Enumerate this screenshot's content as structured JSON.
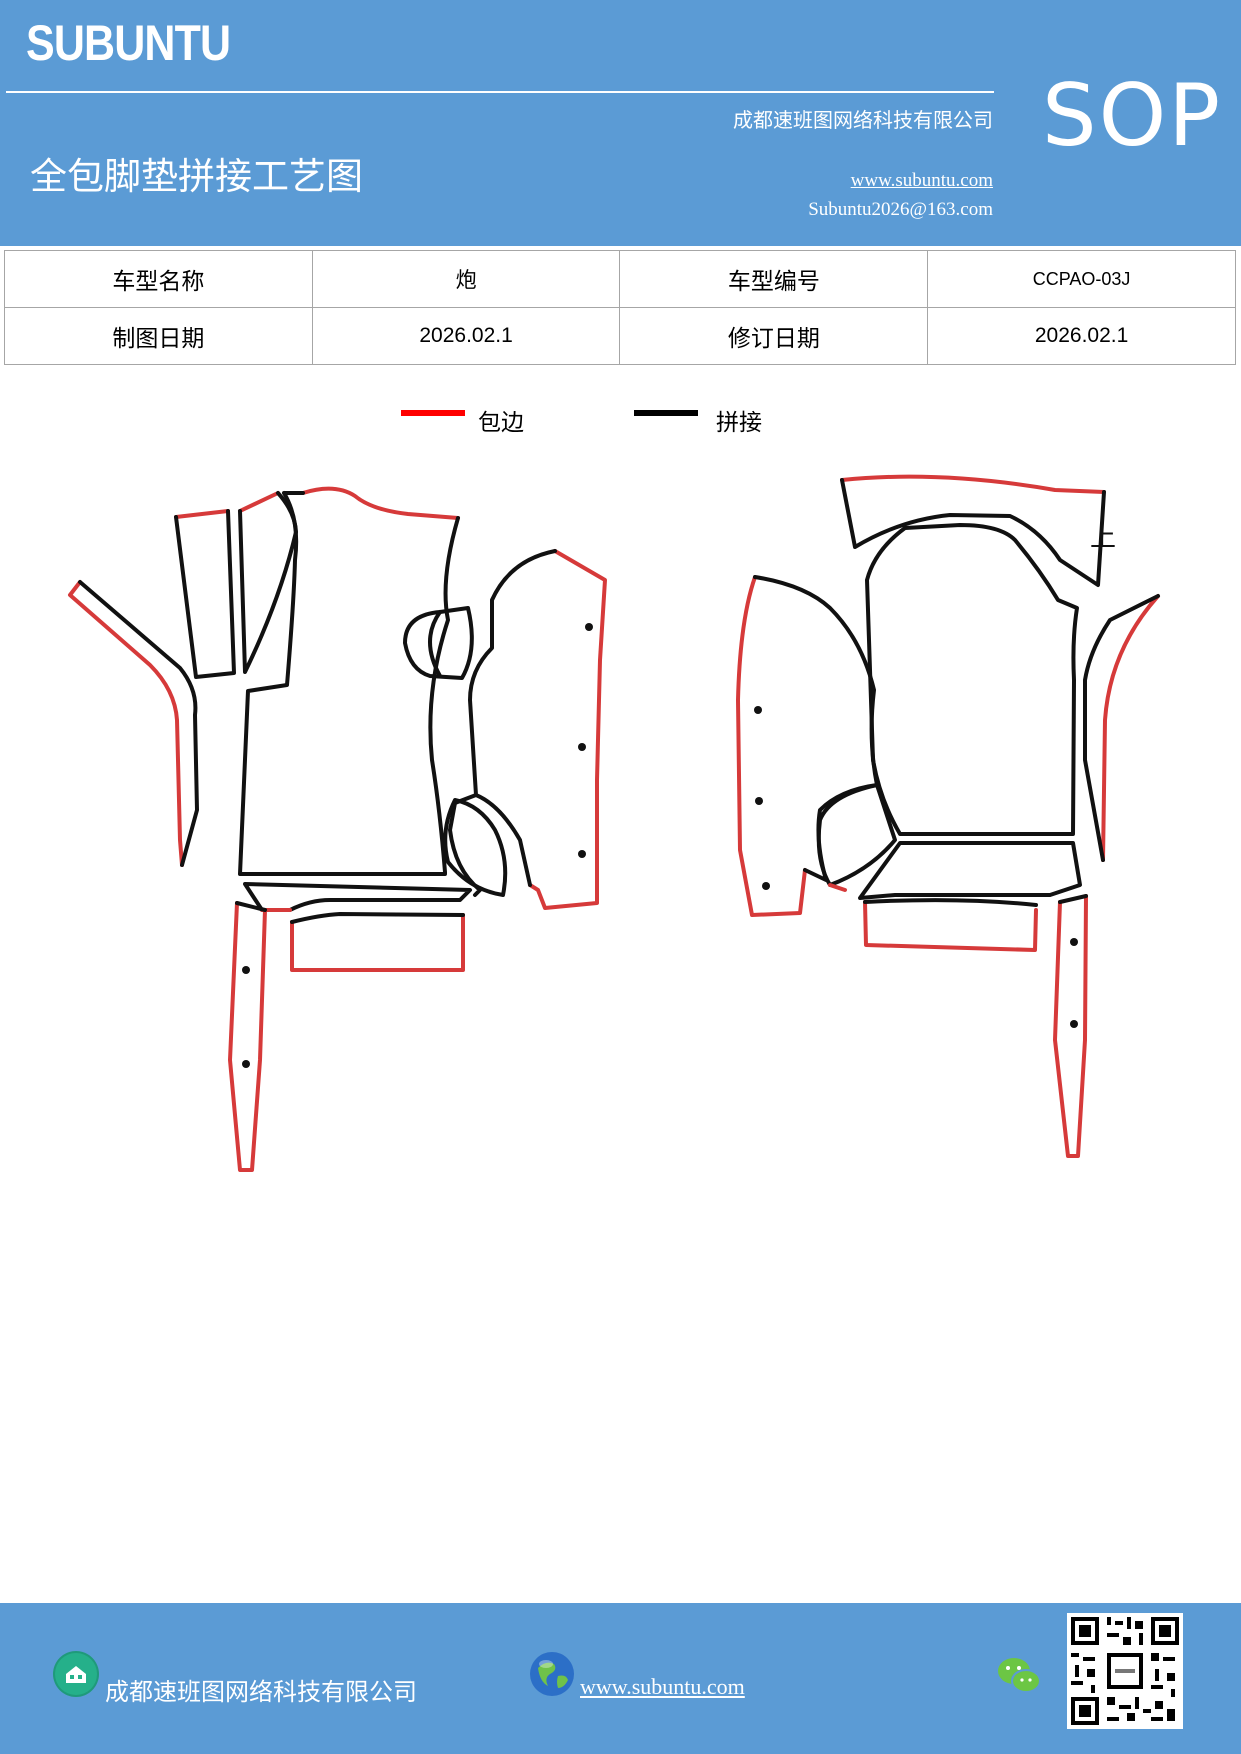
{
  "header": {
    "brand": "SUBUNTU",
    "company": "成都速班图网络科技有限公司",
    "title": "全包脚垫拼接工艺图",
    "website": "www.subuntu.com",
    "email": "Subuntu2026@163.com",
    "badge": "SOP"
  },
  "info_table": {
    "row1": {
      "label1": "车型名称",
      "value1": "炮",
      "label2": "车型编号",
      "value2": "CCPAO-03J"
    },
    "row2": {
      "label1": "制图日期",
      "value1": "2026.02.1",
      "label2": "修订日期",
      "value2": "2026.02.1"
    }
  },
  "legend": {
    "items": [
      {
        "label": "包边",
        "color": "#ff0000"
      },
      {
        "label": "拼接",
        "color": "#000000"
      }
    ]
  },
  "diagram": {
    "marker_text": "上",
    "edge_color": "#d63a3a",
    "seam_color": "#111111"
  },
  "footer": {
    "company": "成都速班图网络科技有限公司",
    "website": "www.subuntu.com",
    "icons": [
      "building-icon",
      "globe-icon",
      "wechat-icon",
      "qr-code"
    ]
  },
  "colors": {
    "header_bg": "#5b9bd5",
    "footer_bg": "#5b9bd5"
  }
}
